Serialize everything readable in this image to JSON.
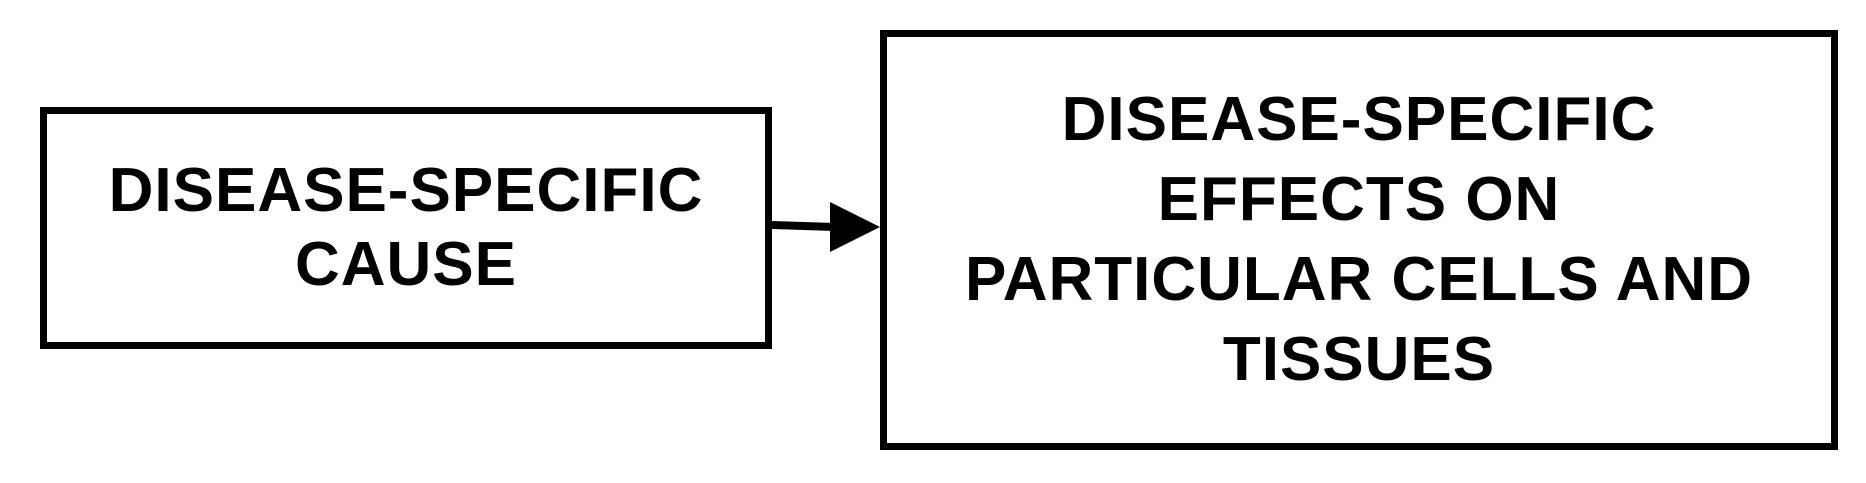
{
  "diagram": {
    "cause_box": {
      "lines": [
        "DISEASE-SPECIFIC",
        "CAUSE"
      ]
    },
    "effects_box": {
      "lines": [
        "DISEASE-SPECIFIC",
        "EFFECTS ON",
        "PARTICULAR CELLS AND",
        "TISSUES"
      ]
    },
    "colors": {
      "stroke": "#000000",
      "text": "#000000",
      "background": "#ffffff"
    }
  }
}
